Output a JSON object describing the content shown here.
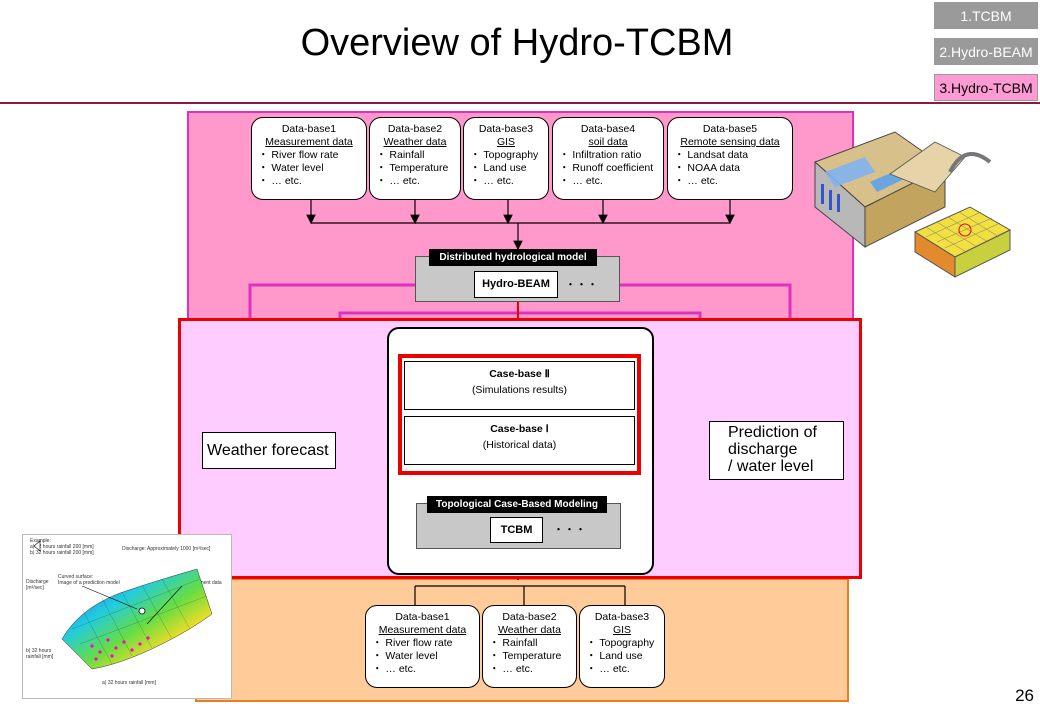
{
  "title": "Overview of Hydro-TCBM",
  "nav": [
    "1.TCBM",
    "2.Hydro-BEAM",
    "3.Hydro-TCBM"
  ],
  "top_databases": [
    {
      "name": "Data-base1",
      "subtitle": "Measurement data",
      "items": [
        "・ River flow rate",
        "・ Water level",
        "・ … etc."
      ]
    },
    {
      "name": "Data-base2",
      "subtitle": "Weather data",
      "items": [
        "・ Rainfall",
        "・ Temperature",
        "・ … etc."
      ]
    },
    {
      "name": "Data-base3",
      "subtitle": "GIS",
      "items": [
        "・ Topography",
        "・ Land use",
        "・ … etc."
      ]
    },
    {
      "name": "Data-base4",
      "subtitle": "soil data",
      "items": [
        "・ Infiltration ratio",
        "・ Runoff coefficient",
        "・ … etc."
      ]
    },
    {
      "name": "Data-base5",
      "subtitle": "Remote sensing data",
      "items": [
        "・ Landsat data",
        "・ NOAA data",
        "・ … etc."
      ]
    }
  ],
  "hydro_model": {
    "label": "Distributed hydrological model",
    "box": "Hydro-BEAM",
    "dots": "・・・"
  },
  "casebase2": {
    "title": "Case-base Ⅱ",
    "subtitle": "(Simulations results)"
  },
  "casebase1": {
    "title": "Case-base Ⅰ",
    "subtitle": "(Historical data)"
  },
  "tcbm_model": {
    "label": "Topological Case-Based Modeling",
    "box": "TCBM",
    "dots": "・・・"
  },
  "weather_forecast": "Weather forecast",
  "prediction": [
    "Prediction of",
    "discharge",
    "/ water level"
  ],
  "bottom_databases": [
    {
      "name": "Data-base1",
      "subtitle": "Measurement data",
      "items": [
        "・ River flow rate",
        "・ Water level",
        "・ … etc."
      ]
    },
    {
      "name": "Data-base2",
      "subtitle": "Weather data",
      "items": [
        "・ Rainfall",
        "・ Temperature",
        "・ … etc."
      ]
    },
    {
      "name": "Data-base3",
      "subtitle": "GIS",
      "items": [
        "・ Topography",
        "・ Land use",
        "・ … etc."
      ]
    }
  ],
  "page_number": "26",
  "colors": {
    "pink_panel": "#ff99cc",
    "red_panel": "#ffccff",
    "orange_panel": "#ffcc99",
    "accent_red": "#ee0000",
    "nav_active": "#ff9ad5"
  }
}
